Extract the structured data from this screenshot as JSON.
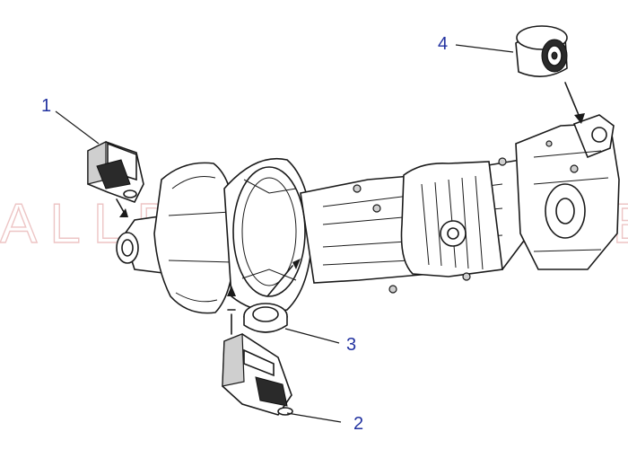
{
  "watermark": "ALLDATA EUROPE",
  "callouts": [
    {
      "id": "1",
      "label": "1"
    },
    {
      "id": "2",
      "label": "2"
    },
    {
      "id": "3",
      "label": "3"
    },
    {
      "id": "4",
      "label": "4"
    }
  ],
  "colors": {
    "callout_text": "#2232a0",
    "line_art": "#1a1a1a",
    "watermark": "#e9b7b7"
  }
}
